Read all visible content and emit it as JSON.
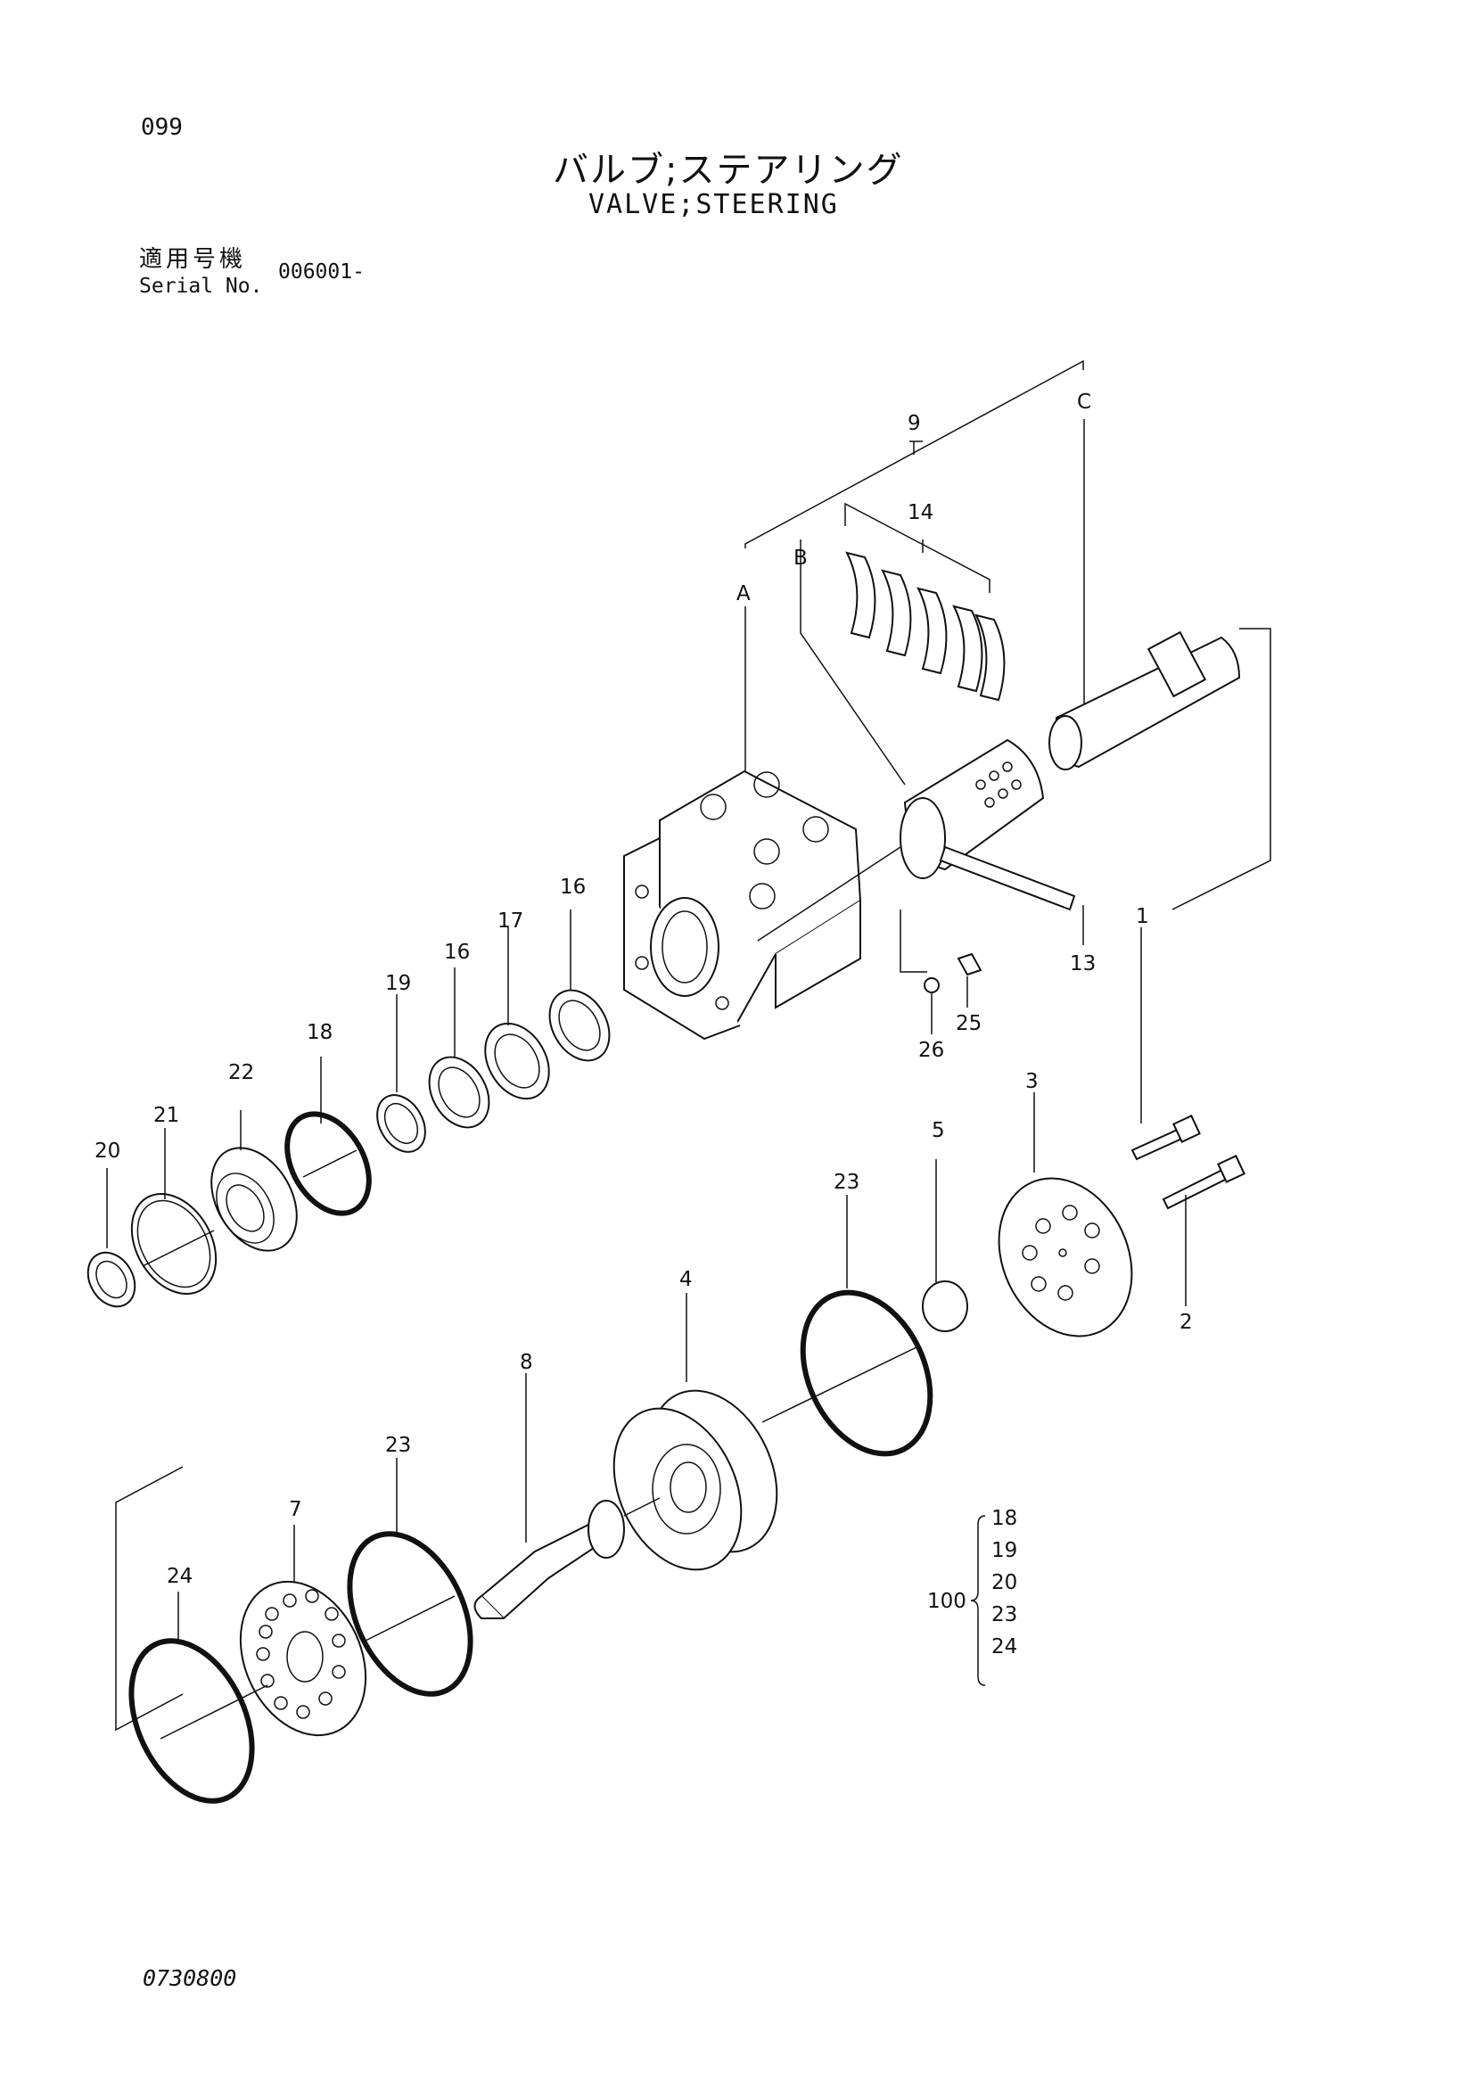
{
  "header": {
    "page_number": "099",
    "title_jp": "バルブ;ステアリング",
    "title_en": "VALVE;STEERING",
    "serial_label_jp": "適用号機",
    "serial_label_en": "Serial No.",
    "serial_value": "006001-"
  },
  "callouts": {
    "c1": "1",
    "c2": "2",
    "c3": "3",
    "c4": "4",
    "c5": "5",
    "c7": "7",
    "c8": "8",
    "c9": "9",
    "c13": "13",
    "c14": "14",
    "c16a": "16",
    "c16b": "16",
    "c17": "17",
    "c18": "18",
    "c19": "19",
    "c20": "20",
    "c21": "21",
    "c22": "22",
    "c23a": "23",
    "c23b": "23",
    "c24": "24",
    "c25": "25",
    "c26": "26",
    "A": "A",
    "B": "B",
    "C": "C"
  },
  "kit": {
    "number": "100",
    "items": [
      "18",
      "19",
      "20",
      "23",
      "24"
    ]
  },
  "footer": {
    "doc_code": "0730800"
  }
}
